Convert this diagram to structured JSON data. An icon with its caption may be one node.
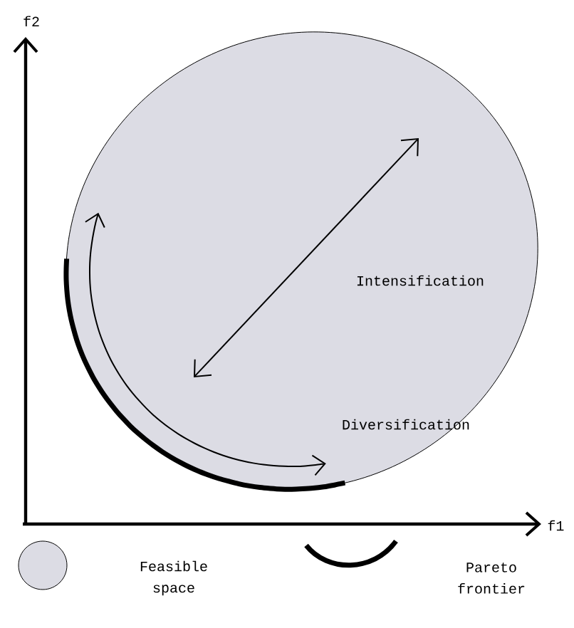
{
  "diagram": {
    "labels": [
      "f2",
      "Intensification",
      "Diversification",
      "f1"
    ],
    "legend": [
      {
        "text": "Feasible space"
      },
      {
        "text": "Pareto frontier"
      }
    ]
  }
}
